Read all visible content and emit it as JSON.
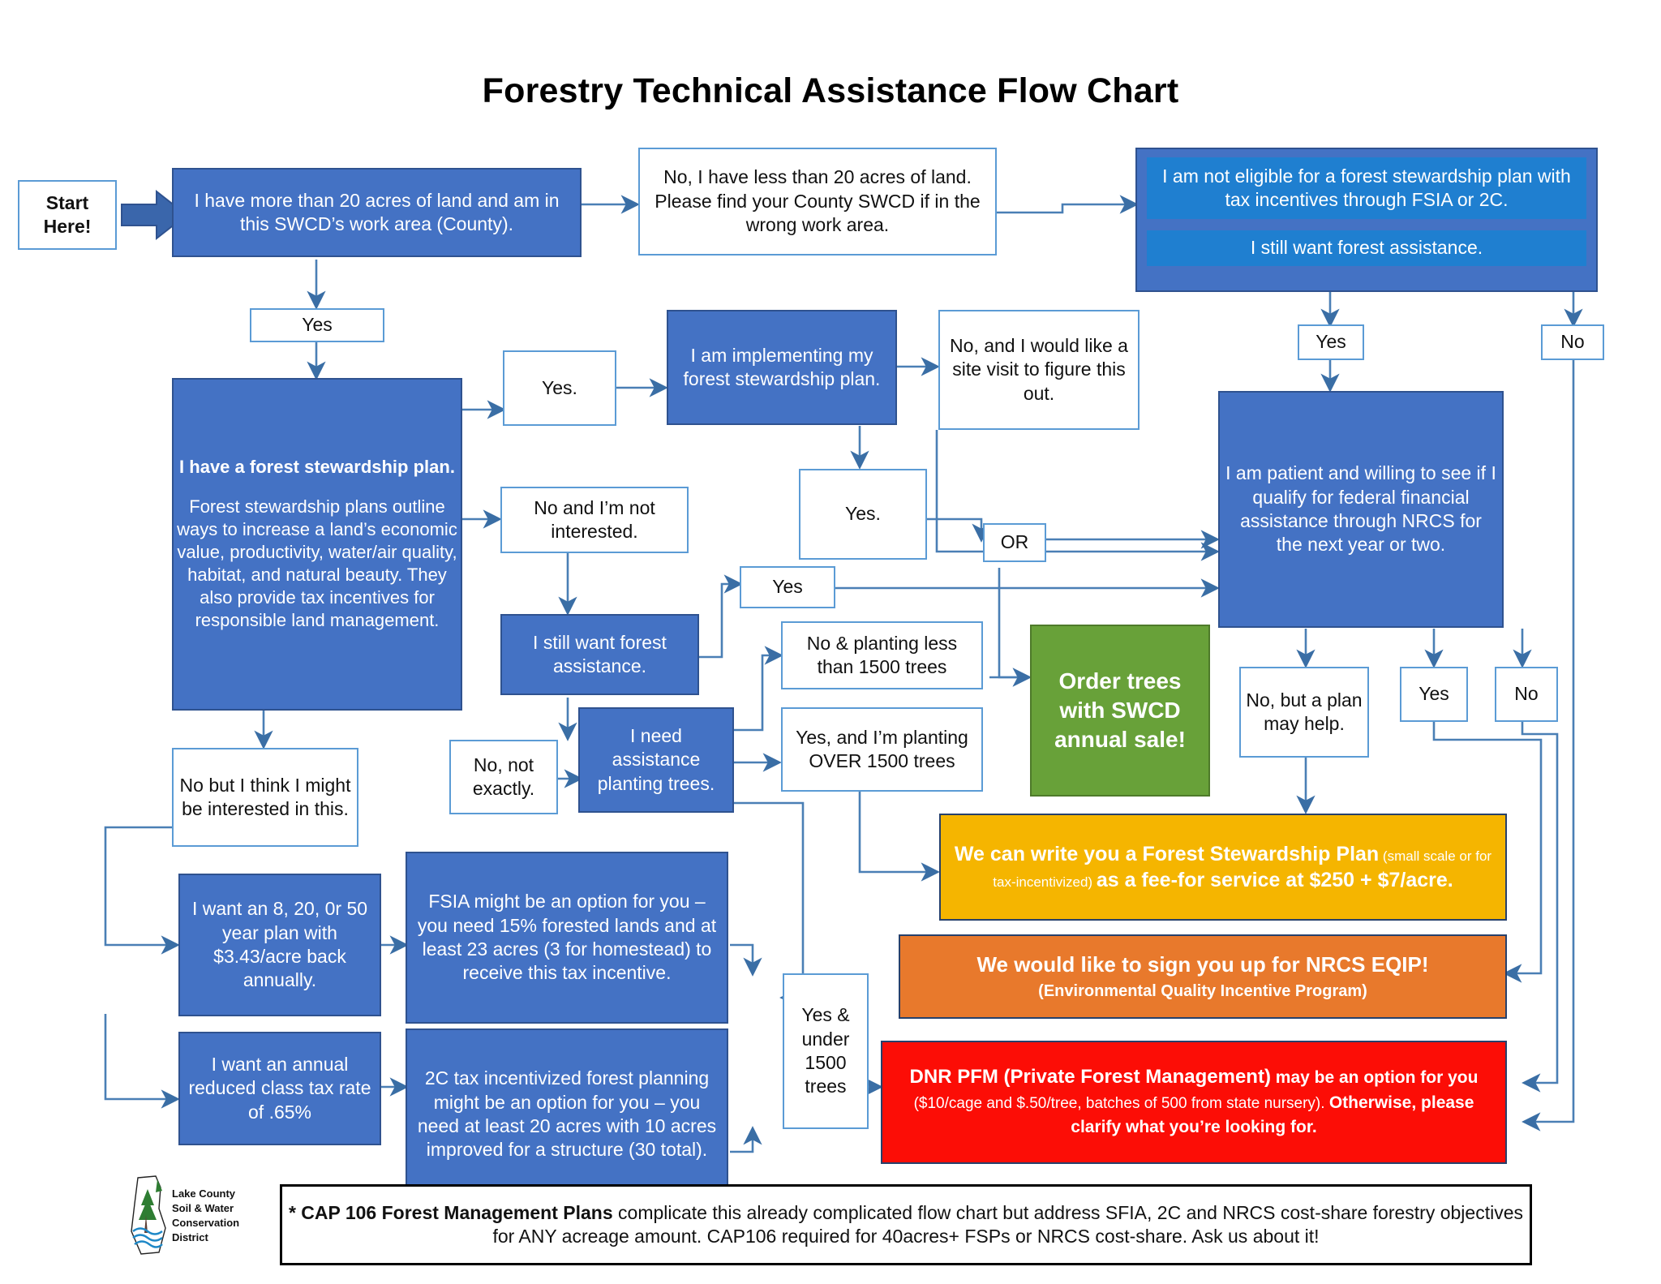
{
  "title": "Forestry Technical Assistance Flow Chart",
  "nodes": {
    "start": "Start Here!",
    "acres_yes": "I have more than 20 acres of land and am in this SWCD’s work area (County).",
    "acres_no": "No, I have less than 20 acres of land. Please find your County SWCD if in the wrong work area.",
    "not_eligible_line1": "I am not eligible for a forest stewardship plan with tax incentives through FSIA or 2C.",
    "not_eligible_line2": "I still want forest assistance.",
    "yes_1": "Yes",
    "fsp_title": "I have a forest stewardship plan.",
    "fsp_body": "Forest stewardship plans outline ways to increase a land’s economic value, productivity, water/air quality, habitat, and natural beauty. They also provide tax incentives for responsible land management.",
    "yes_dot": "Yes.",
    "implementing": "I am implementing my forest stewardship plan.",
    "site_visit": "No, and I would like a site visit to figure this out.",
    "yes_dot2": "Yes.",
    "or_label": "OR",
    "no_not_interested": "No and I’m not interested.",
    "yes_plain": "Yes",
    "still_want_assist": "I still want forest assistance.",
    "no_planting_less": "No & planting less than 1500 trees",
    "yes_over_1500": "Yes, and I’m planting OVER 1500 trees",
    "need_planting": "I need assistance planting trees.",
    "no_not_exactly": "No, not exactly.",
    "no_but_interested": "No but I think I might be interested in this.",
    "want_8_20_50": "I want an 8, 20, 0r 50 year plan with $3.43/acre back annually.",
    "want_annual_reduced": "I want an annual reduced class tax rate of .65%",
    "fsia_option": "FSIA might be an option for you – you need 15% forested lands and at least 23 acres (3 for homestead) to receive this tax incentive.",
    "twoc_option": "2C tax incentivized forest planning might be an option for you – you need at least 20 acres with 10 acres improved for a structure (30 total).",
    "yes_under_1500": "Yes & under 1500 trees",
    "order_trees": "Order trees with SWCD annual sale!",
    "patient_nrcs": "I am patient and willing to see if I qualify for federal financial assistance through NRCS for the next year or two.",
    "yes_top_right": "Yes",
    "no_top_right": "No",
    "no_but_plan": "No, but a plan may help.",
    "yes_mid_right": "Yes",
    "no_mid_right": "No",
    "fsp_fee_bold1": "We can write you a Forest Stewardship Plan",
    "fsp_fee_small": " (small scale or for tax-incentivized) ",
    "fsp_fee_bold2": "as a fee-for service at $250 + $7/acre.",
    "eqip_line1": "We would like to sign you up for NRCS EQIP!",
    "eqip_line2": "(Environmental Quality Incentive Program)",
    "pfm_bold1": "DNR PFM (Private Forest Management)",
    "pfm_normal1": " may be an option for you ",
    "pfm_small": "($10/cage and $.50/tree, batches of 500 from state nursery). ",
    "pfm_bold2": "Otherwise, please clarify what you’re looking for.",
    "footnote_bold": "* CAP 106 Forest Management Plans",
    "footnote_rest": " complicate this already complicated flow chart but address SFIA, 2C and NRCS cost-share forestry objectives for ANY acreage amount. CAP106 required for 40acres+ FSPs or NRCS cost-share. Ask us about it!"
  },
  "logo": {
    "line1": "Lake County",
    "line2": "Soil & Water",
    "line3": "Conservation",
    "line4": "District"
  },
  "colors": {
    "blue_process": "#4472c4",
    "blue_bar": "#1f7fd0",
    "white_border": "#5b9bd5",
    "green": "#68a139",
    "yellow": "#f5b500",
    "orange": "#e8792c",
    "red": "#fc0d06",
    "arrow": "#4a7fb5"
  }
}
